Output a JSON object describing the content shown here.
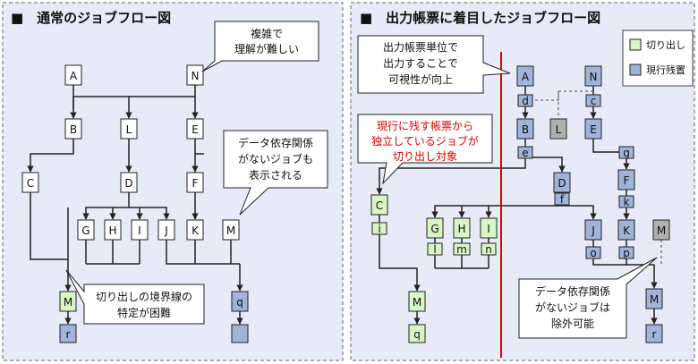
{
  "panels": {
    "left": {
      "title": "■　通常のジョブフロー図"
    },
    "right": {
      "title": "■　出力帳票に着目したジョブフロー図"
    }
  },
  "legend": {
    "extract": {
      "label": "切り出し",
      "color": "#d8f5c6"
    },
    "keep": {
      "label": "現行残置",
      "color": "#9fb4d8"
    }
  },
  "colors": {
    "panel_bg": "#e6ebf7",
    "white_node": "#ffffff",
    "grey_node": "#b0b0b0",
    "red_line": "#e00000",
    "red_text": "#e00000"
  },
  "left_nodes": [
    "A",
    "N",
    "B",
    "L",
    "E",
    "C",
    "D",
    "F",
    "G",
    "H",
    "I",
    "J",
    "K",
    "M",
    "M",
    "q",
    "r"
  ],
  "right_nodes": [
    "A",
    "N",
    "d",
    "c",
    "B",
    "L",
    "E",
    "e",
    "g",
    "D",
    "f",
    "F",
    "k",
    "C",
    "i",
    "G",
    "l",
    "H",
    "m",
    "I",
    "n",
    "J",
    "o",
    "K",
    "p",
    "M",
    "M",
    "q",
    "M",
    "r"
  ],
  "callouts": {
    "complex": [
      "複雑で",
      "理解が難しい"
    ],
    "no_dependency_shown": [
      "データ依存関係",
      "がないジョブも",
      "表示される"
    ],
    "boundary_hard": [
      "切り出しの境界線の",
      "特定が困難"
    ],
    "visibility": [
      "出力帳票単位で",
      "出力することで",
      "可視性が向上"
    ],
    "independent_jobs": [
      "現行に残す帳票から",
      "独立しているジョブが",
      "切り出し対象"
    ],
    "excludable": [
      "データ依存関係",
      "がないジョブは",
      "除外可能"
    ]
  }
}
